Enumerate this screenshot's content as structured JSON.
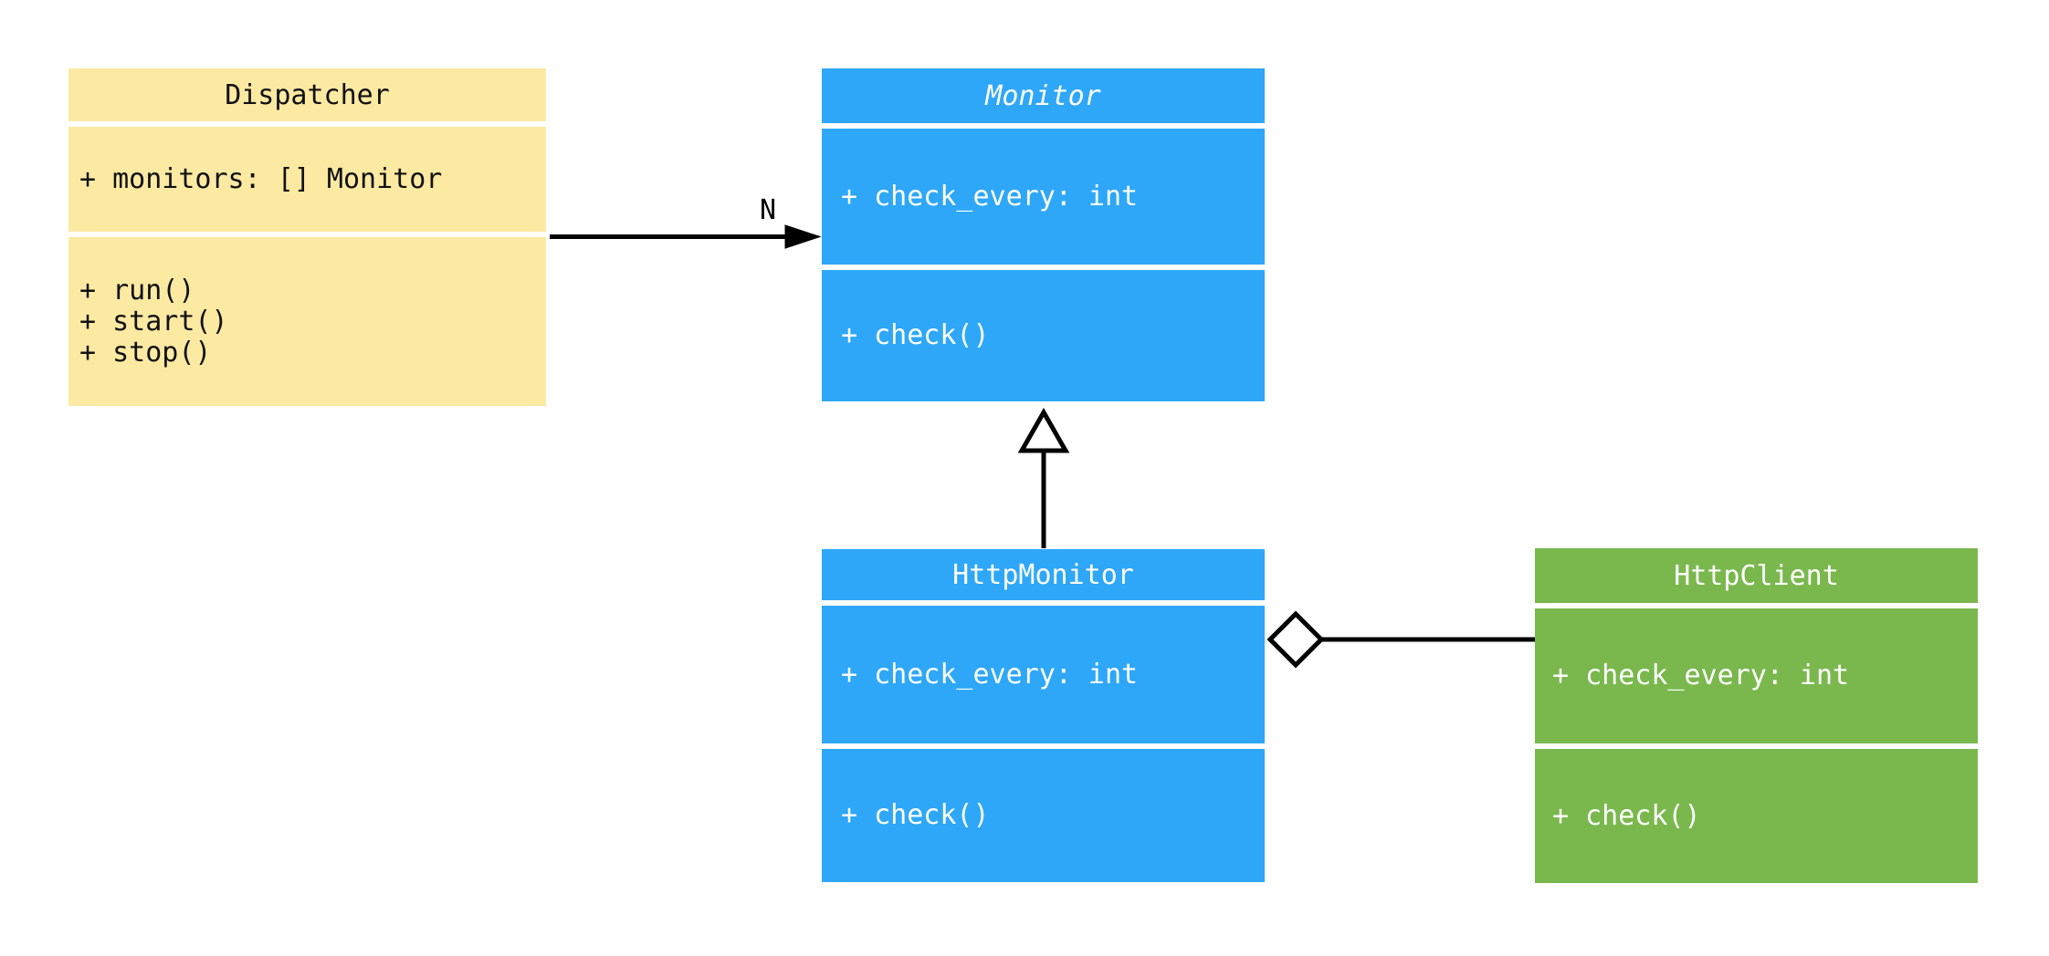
{
  "diagram": {
    "kind": "uml-class-diagram",
    "background_color": "#ffffff",
    "edge_color": "#000000",
    "classes": [
      {
        "name": "Dispatcher",
        "abstract": false,
        "fill_color": "#FCE9A2",
        "text_color": "#111111",
        "attributes": [
          "+ monitors: [] Monitor"
        ],
        "methods": [
          "+ run()",
          "+ start()",
          "+ stop()"
        ]
      },
      {
        "name": "Monitor",
        "abstract": true,
        "fill_color": "#2EA7F8",
        "text_color": "#ffffff",
        "attributes": [
          "+ check_every: int"
        ],
        "methods": [
          "+ check()"
        ]
      },
      {
        "name": "HttpMonitor",
        "abstract": false,
        "fill_color": "#2EA7F8",
        "text_color": "#ffffff",
        "attributes": [
          "+ check_every: int"
        ],
        "methods": [
          "+ check()"
        ]
      },
      {
        "name": "HttpClient",
        "abstract": false,
        "fill_color": "#7AB84E",
        "text_color": "#ffffff",
        "attributes": [
          "+ check_every: int"
        ],
        "methods": [
          "+ check()"
        ]
      }
    ],
    "relationships": [
      {
        "from": "Dispatcher",
        "to": "Monitor",
        "type": "directed-association",
        "multiplicity_label": "N"
      },
      {
        "from": "HttpMonitor",
        "to": "Monitor",
        "type": "generalization"
      },
      {
        "from": "HttpMonitor",
        "to": "HttpClient",
        "type": "aggregation"
      }
    ]
  }
}
